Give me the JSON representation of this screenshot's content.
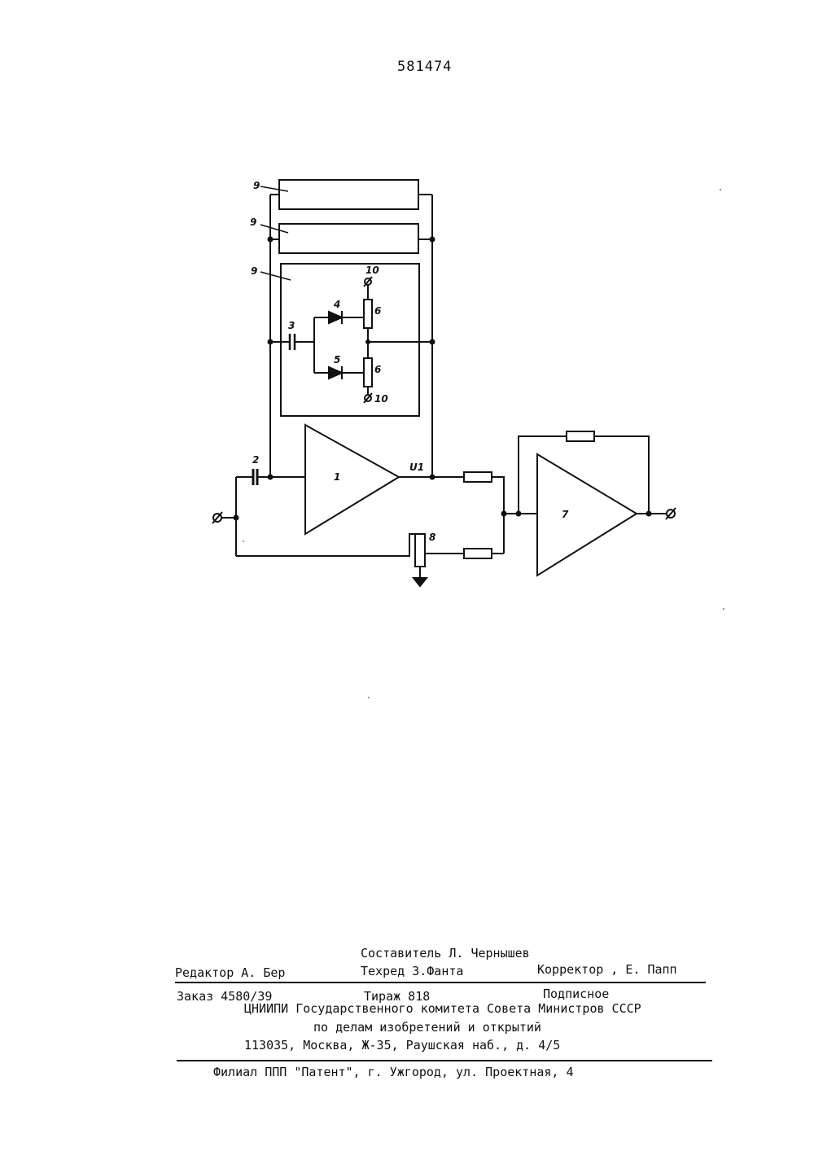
{
  "page": {
    "number": "581474"
  },
  "schematic": {
    "labels": {
      "block_top": "9",
      "block_middle": "9",
      "block_nonlinear": "9",
      "capacitor_input": "2",
      "capacitor_inner": "3",
      "diode_upper": "4",
      "diode_lower": "5",
      "potentiometer_upper": "6",
      "potentiometer_lower": "6",
      "terminal_upper": "10",
      "terminal_lower": "10",
      "amplifier_1": "1",
      "amplifier_7": "7",
      "output_node": "U1",
      "potentiometer_8": "8"
    }
  },
  "imprint": {
    "compiler": "Составитель Л. Чернышев",
    "editor": "Редактор А. Бер",
    "tech_editor": "Техред   З.Фанта",
    "corrector": "Корректор ,  Е. Папп",
    "order": "Заказ 4580/39",
    "circulation": "Тираж 818",
    "subscription": "Подписное",
    "institute": "ЦНИИПИ Государственного комитета Совета Министров СССР",
    "institute_line2": "по делам изобретений и открытий",
    "address": "113035, Москва, Ж-35, Раушская наб., д. 4/5",
    "branch": "Филиал ППП \"Патент\", г. Ужгород, ул. Проектная, 4"
  }
}
